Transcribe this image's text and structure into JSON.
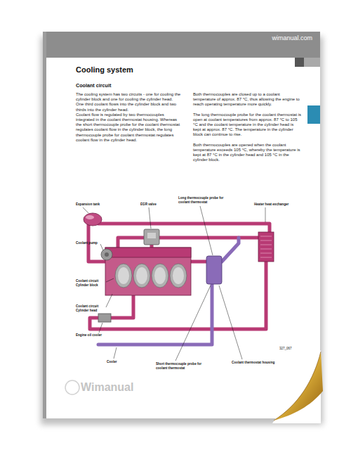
{
  "diagram": {
    "title": "Cooling system",
    "labels": [
      "wimanual.com",
      "Coolant circuit",
      "The cooling system has two circuits - one for cooling the cylinder block and one for cooling the cylinder head.",
      "One third coolant flows into the cylinder block and two thirds into the cylinder head.",
      "Coolant flow is regulated by two thermocouples integrated in the coolant thermostat housing. Whereas the short thermocouple probe for the coolant thermostat regulates coolant flow in the cylinder block, the long thermocouple probe for coolant thermostat regulates coolant flow in the cylinder head.",
      "Both thermocouples are closed up to a coolant temperature of approx. 87 °C, thus allowing the engine to reach operating temperature more quickly.",
      "The long thermocouple probe for the coolant thermostat is open at coolant temperatures from approx. 87 °C to 105 °C and the coolant temperature in the cylinder head is kept at approx. 87 °C. The temperature in the cylinder block can continue to rise.",
      "Both thermocouples are opened when the coolant temperature exceeds 105 °C, whereby the temperature is kept at 87 °C in the cylinder head and 105 °C in the cylinder block.",
      "Expansion tank",
      "EGR valve",
      "Long thermocouple probe for coolant thermostat",
      "Heater heat exchanger",
      "Coolant pump",
      "Coolant circuit Cylinder block",
      "Coolant circuit Cylinder head",
      "Engine oil cooler",
      "Cooler",
      "Short thermocouple probe for coolant thermostat",
      "Coolant thermostat housing",
      "327_067",
      "Wimanual"
    ]
  }
}
